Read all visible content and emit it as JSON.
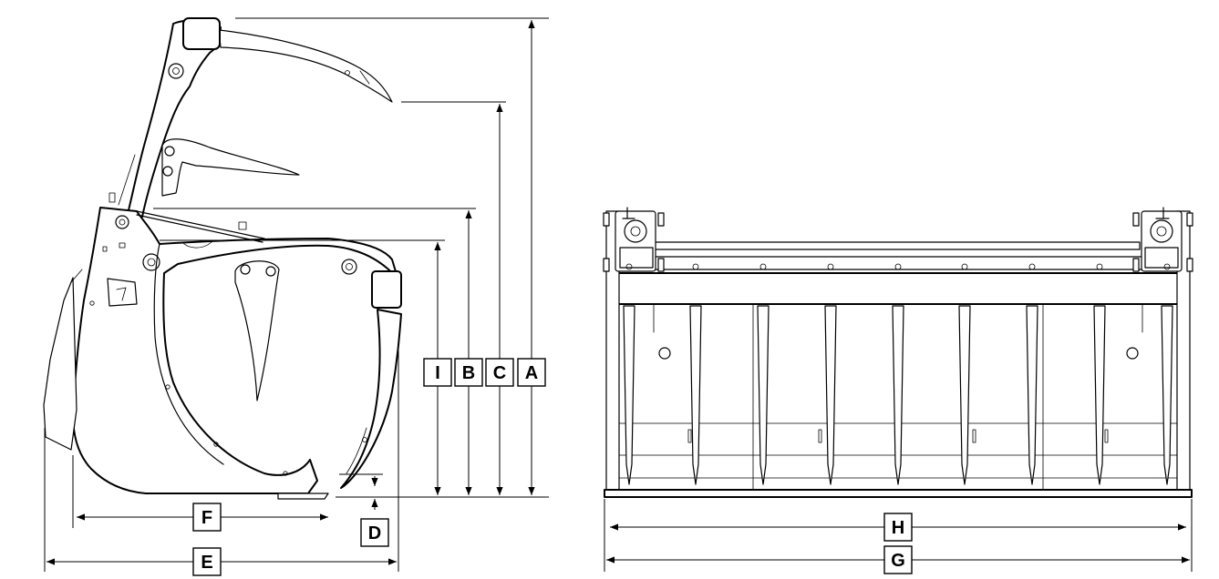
{
  "dimensions": {
    "a": "A",
    "b": "B",
    "c": "C",
    "i": "I",
    "d": "D",
    "e": "E",
    "f": "F",
    "g": "G",
    "h": "H"
  }
}
